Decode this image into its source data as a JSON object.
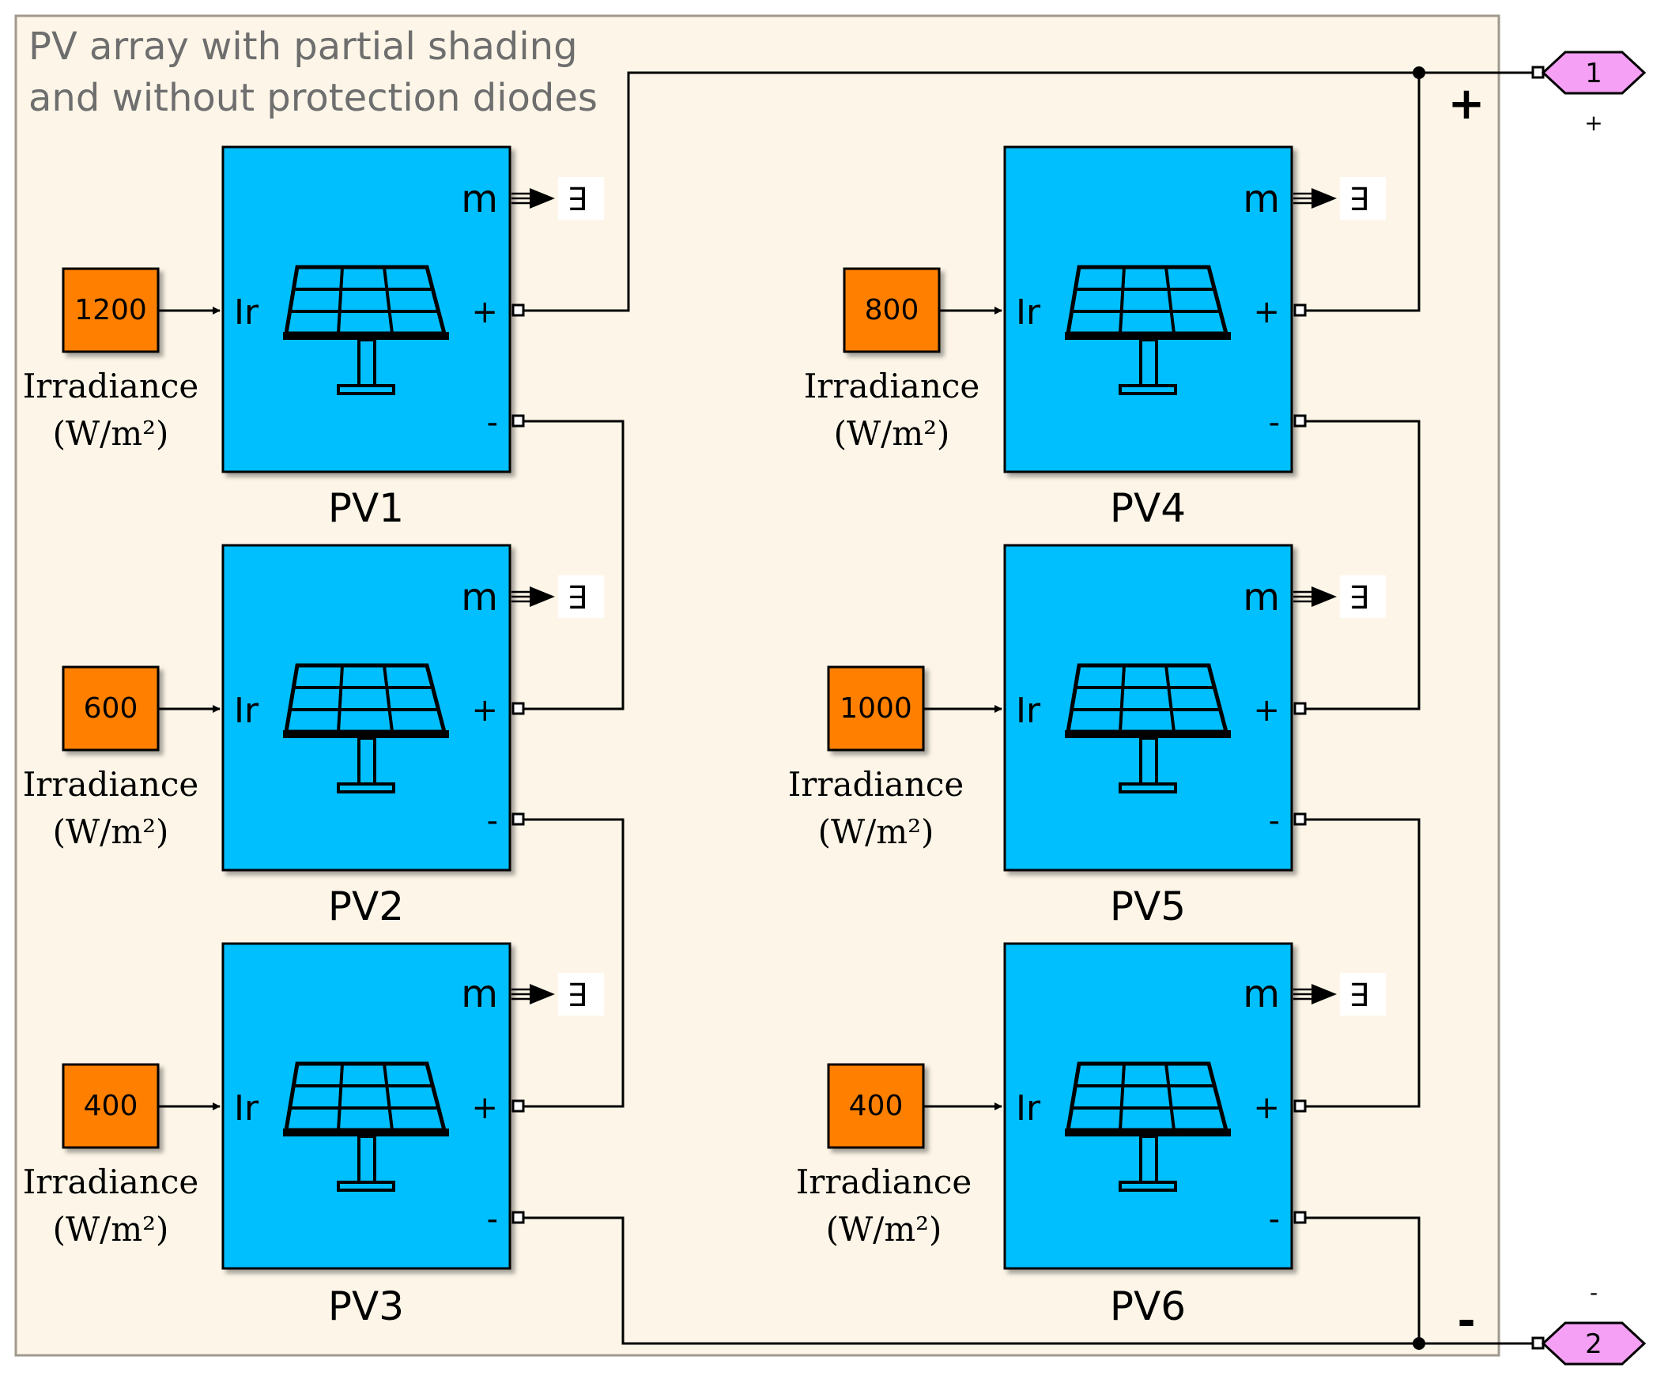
{
  "subsystem": {
    "title_line1": "PV array with partial shading",
    "title_line2": "and without protection diodes"
  },
  "port_labels": {
    "ir": "Ir",
    "plus": "+",
    "minus": "-",
    "m": "m",
    "terminator": "∃"
  },
  "irradiance_label": {
    "line1": "Irradiance",
    "line2": "(W/m²)"
  },
  "panels": [
    {
      "name": "PV1",
      "irradiance": "1200"
    },
    {
      "name": "PV2",
      "irradiance": "600"
    },
    {
      "name": "PV3",
      "irradiance": "400"
    },
    {
      "name": "PV4",
      "irradiance": "800"
    },
    {
      "name": "PV5",
      "irradiance": "1000"
    },
    {
      "name": "PV6",
      "irradiance": "400"
    }
  ],
  "outputs": {
    "pos_port": "1",
    "neg_port": "2",
    "pos_sign": "+",
    "neg_sign": "-",
    "pos_small": "+",
    "neg_small": "-"
  },
  "colors": {
    "background": "#fdf6e8",
    "border": "#a09a8e",
    "pv_block": "#00bfff",
    "irradiance_block": "#ff8000",
    "port_pink": "#f5a0f5",
    "wire": "#000000"
  }
}
